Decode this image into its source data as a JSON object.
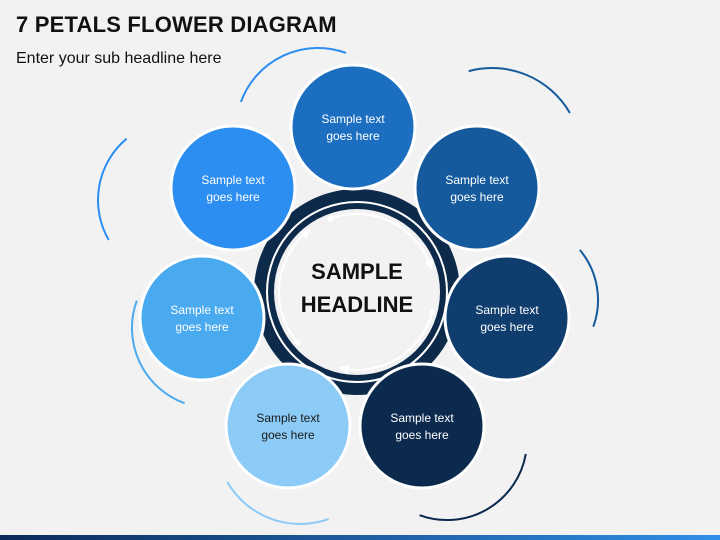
{
  "header": {
    "title": "7 PETALS FLOWER DIAGRAM",
    "subtitle": "Enter your sub headline here"
  },
  "center": {
    "line1": "SAMPLE",
    "line2": "HEADLINE",
    "ring_color": "#0e2a4a"
  },
  "petals": [
    {
      "line1": "Sample text",
      "line2": "goes here",
      "color": "#1c6fc0"
    },
    {
      "line1": "Sample text",
      "line2": "goes here",
      "color": "#155a9c"
    },
    {
      "line1": "Sample text",
      "line2": "goes here",
      "color": "#0f3e6e"
    },
    {
      "line1": "Sample text",
      "line2": "goes here",
      "color": "#0b2a4e"
    },
    {
      "line1": "Sample text",
      "line2": "goes here",
      "color": "#8ccbf6"
    },
    {
      "line1": "Sample text",
      "line2": "goes here",
      "color": "#4aaaf0"
    },
    {
      "line1": "Sample text",
      "line2": "goes here",
      "color": "#2d8ef2"
    }
  ],
  "footer": {
    "gradient_start": "#0b2a5a",
    "gradient_end": "#2f8fe8"
  }
}
